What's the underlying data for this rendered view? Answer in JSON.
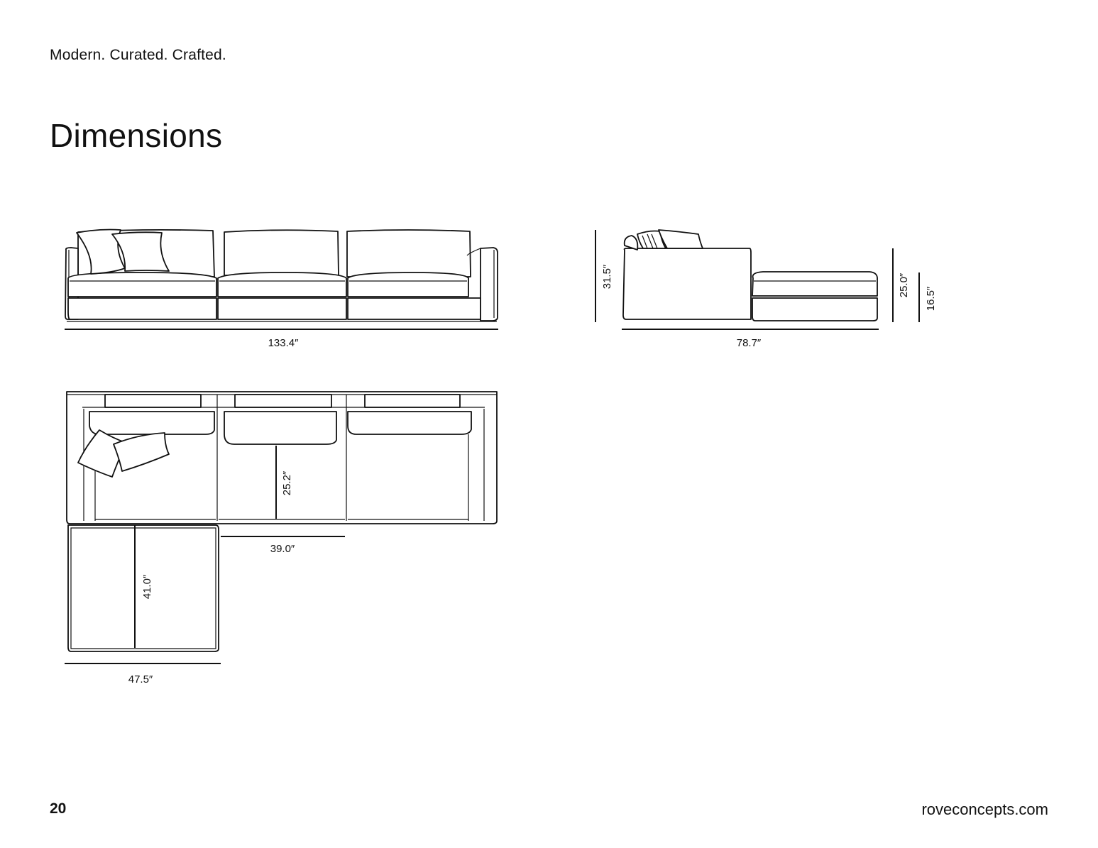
{
  "header": {
    "tagline": "Modern. Curated. Crafted."
  },
  "page": {
    "title": "Dimensions"
  },
  "dimensions": {
    "front_width": "133.4″",
    "side_height": "31.5″",
    "side_depth": "78.7″",
    "ottoman_height": "25.0″",
    "seat_height": "16.5″",
    "seat_depth": "25.2″",
    "seat_width": "39.0″",
    "chaise_depth": "41.0″",
    "chaise_width": "47.5″"
  },
  "footer": {
    "page_number": "20",
    "website": "roveconcepts.com"
  }
}
